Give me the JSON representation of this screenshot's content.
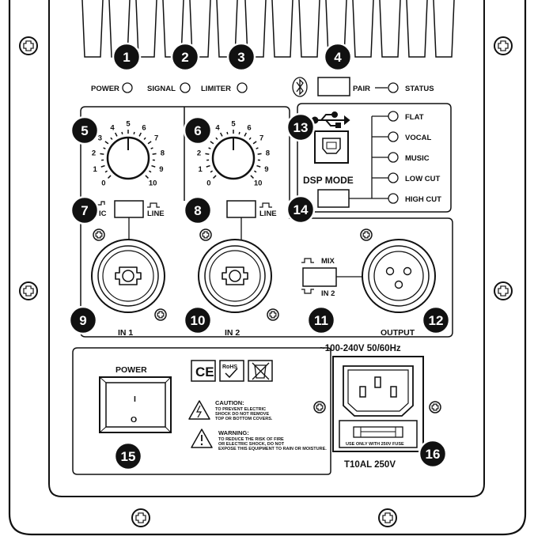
{
  "badges": [
    "1",
    "2",
    "3",
    "4",
    "5",
    "6",
    "7",
    "8",
    "9",
    "10",
    "11",
    "12",
    "13",
    "14",
    "15",
    "16"
  ],
  "indicators": {
    "power": "POWER",
    "signal": "SIGNAL",
    "limiter": "LIMITER",
    "pair": "PAIR",
    "status": "STATUS"
  },
  "knob_scale": [
    "0",
    "1",
    "2",
    "3",
    "4",
    "5",
    "6",
    "7",
    "8",
    "9",
    "10"
  ],
  "inputs": {
    "in1": "IN 1",
    "in2": "IN 2",
    "mic_partial": "IC",
    "line": "LINE"
  },
  "routing": {
    "mix": "MIX",
    "in2": "IN 2",
    "output": "OUTPUT"
  },
  "dsp": {
    "title": "DSP MODE",
    "modes": [
      "FLAT",
      "VOCAL",
      "MUSIC",
      "LOW CUT",
      "HIGH CUT"
    ]
  },
  "power": {
    "title": "POWER",
    "on_symbol": "I",
    "off_symbol": "O",
    "voltage": "~100-240V 50/60Hz",
    "fuse_note": "USE ONLY WITH 250V FUSE",
    "fuse_rating": "T10AL 250V"
  },
  "certs": {
    "ce": "CE",
    "rohs": "RoHS"
  },
  "caution": {
    "title": "CAUTION:",
    "lines": [
      "TO PREVENT ELECTRIC",
      "SHOCK DO NOT REMOVE",
      "TOP OR BOTTOM COVERS."
    ]
  },
  "warning": {
    "title": "WARNING:",
    "lines": [
      "TO REDUCE THE RISK OF FIRE",
      "OR ELECTRIC SHOCK, DO NOT",
      "EXPOSE THIS EQUIPMENT TO RAIN OR MOISTURE."
    ]
  }
}
